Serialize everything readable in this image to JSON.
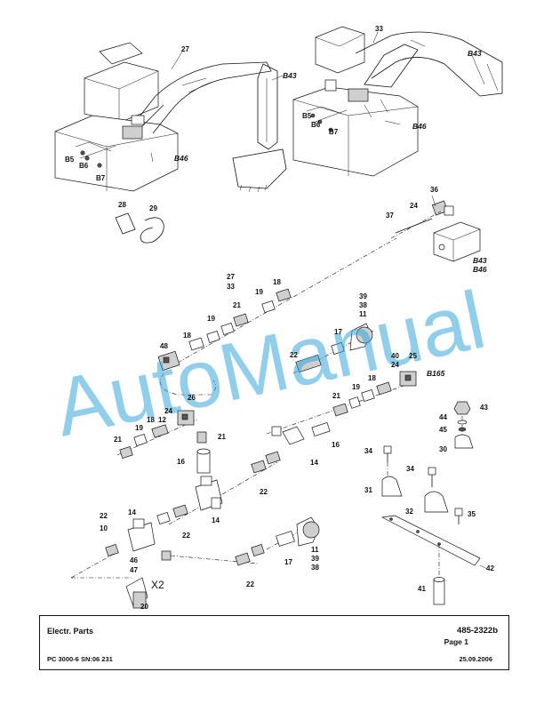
{
  "watermark": "AutoManual",
  "title_block": {
    "title": "Electr. Parts",
    "number": "485-2322b",
    "page": "Page 1",
    "model": "PC 3000-6 SN:06 231",
    "date": "25.09.2006"
  },
  "callouts": {
    "c33_top": "33",
    "c27_top": "27",
    "c28": "28",
    "c29": "29",
    "c36": "36",
    "c37": "37",
    "c24_top": "24",
    "c27_mid": "27",
    "c33_mid": "33",
    "c18_a": "18",
    "c19_a": "19",
    "c21_a": "21",
    "c19_b": "19",
    "c18_b": "18",
    "c48": "48",
    "c39_a": "39",
    "c38_a": "38",
    "c11_a": "11",
    "c17_a": "17",
    "c22_a": "22",
    "c40": "40",
    "c24_r": "24",
    "c25": "25",
    "c18_r": "18",
    "c19_r": "19",
    "c21_r": "21",
    "c26": "26",
    "c24_l": "24",
    "c18_l": "18",
    "c12": "12",
    "c19_l": "19",
    "c21_l": "21",
    "c21_m": "21",
    "c16_a": "16",
    "c14_a": "14",
    "c16_b": "16",
    "c43": "43",
    "c44": "44",
    "c45": "45",
    "c30": "30",
    "c34_a": "34",
    "c34_b": "34",
    "c31": "31",
    "c32": "32",
    "c35": "35",
    "c22_b": "22",
    "c14_b": "14",
    "c22_c": "22",
    "c14_c": "14",
    "c10": "10",
    "c22_d": "22",
    "c11_b": "11",
    "c39_b": "39",
    "c38_b": "38",
    "c17_b": "17",
    "c46": "46",
    "c47": "47",
    "c20": "20",
    "c22_e": "22",
    "c42": "42",
    "c41": "41"
  },
  "sensor_labels": {
    "b43_top": "B43",
    "b43_right": "B43",
    "b46_left": "B46",
    "b46_right": "B46",
    "b5_left": "B5",
    "b6_left": "B6",
    "b7_left": "B7",
    "b5_right": "B5",
    "b6_right": "B6",
    "b7_right": "B7",
    "b43_box": "B43",
    "b46_box": "B46",
    "b165": "B165",
    "x2": "X2"
  }
}
